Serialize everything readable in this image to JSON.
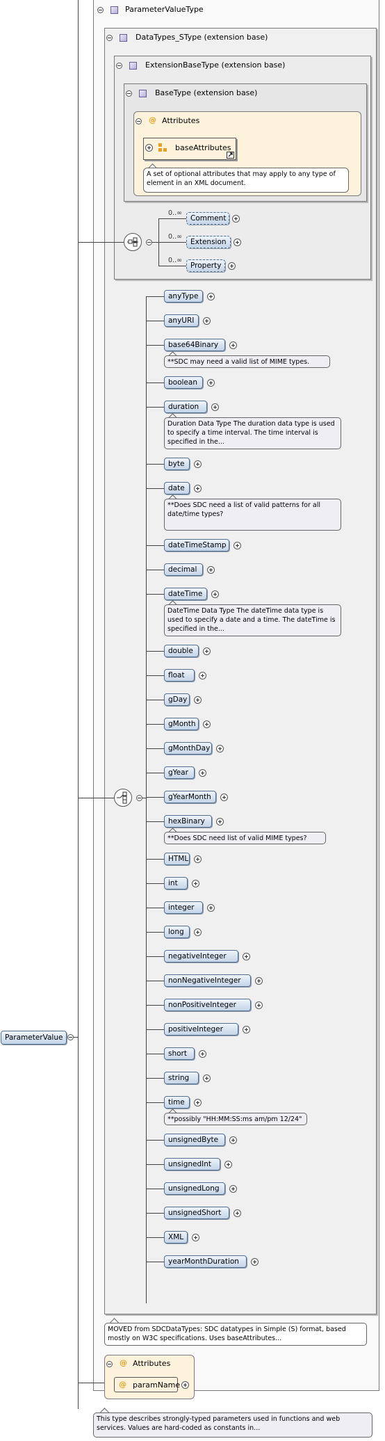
{
  "root": {
    "name": "ParameterValue",
    "type_name": "ParameterValueType",
    "type_doc": "This type describes strongly-typed parameters used in functions and web services. Values are hard-coded as constants in..."
  },
  "datatypes": {
    "title": "DataTypes_SType (extension base)",
    "doc": "MOVED from SDCDataTypes: SDC datatypes in Simple (S) format, based mostly on W3C specifications. Uses baseAttributes..."
  },
  "extension_base": {
    "title": "ExtensionBaseType (extension base)"
  },
  "base_type": {
    "title": "BaseType (extension base)",
    "attributes_label": "Attributes",
    "group_name": "baseAttributes",
    "group_doc": "A set of optional attributes that may apply to any type of element in an XML document."
  },
  "sequence_items": [
    {
      "label": "Comment",
      "mult": "0..∞"
    },
    {
      "label": "Extension",
      "mult": "0..∞"
    },
    {
      "label": "Property",
      "mult": "0..∞"
    }
  ],
  "choice_items": [
    {
      "label": "anyType"
    },
    {
      "label": "anyURI"
    },
    {
      "label": "base64Binary",
      "note": "**SDC may need a valid list of MIME types."
    },
    {
      "label": "boolean"
    },
    {
      "label": "duration",
      "note": "Duration Data Type The duration data type is used to specify a time interval. The time interval is specified in the..."
    },
    {
      "label": "byte"
    },
    {
      "label": "date",
      "note": "**Does SDC need a list of valid patterns for all date/time types?"
    },
    {
      "label": "dateTimeStamp"
    },
    {
      "label": "decimal"
    },
    {
      "label": "dateTime",
      "note": "DateTime Data Type The dateTime data type is used to specify a date and a time. The dateTime is specified in the..."
    },
    {
      "label": "double"
    },
    {
      "label": "float"
    },
    {
      "label": "gDay"
    },
    {
      "label": "gMonth"
    },
    {
      "label": "gMonthDay"
    },
    {
      "label": "gYear"
    },
    {
      "label": "gYearMonth"
    },
    {
      "label": "hexBinary",
      "note": "**Does SDC need list of valid MIME types?"
    },
    {
      "label": "HTML"
    },
    {
      "label": "int"
    },
    {
      "label": "integer"
    },
    {
      "label": "long"
    },
    {
      "label": "negativeInteger"
    },
    {
      "label": "nonNegativeInteger"
    },
    {
      "label": "nonPositiveInteger"
    },
    {
      "label": "positiveInteger"
    },
    {
      "label": "short"
    },
    {
      "label": "string"
    },
    {
      "label": "time",
      "note": "**possibly \"HH:MM:SS:ms am/pm 12/24\""
    },
    {
      "label": "unsignedByte"
    },
    {
      "label": "unsignedInt"
    },
    {
      "label": "unsignedLong"
    },
    {
      "label": "unsignedShort"
    },
    {
      "label": "XML"
    },
    {
      "label": "yearMonthDuration"
    }
  ],
  "attributes": {
    "label": "Attributes",
    "items": [
      {
        "name": "paramName"
      }
    ]
  },
  "colors": {
    "element_fill": "#c4d4e8",
    "attributes_fill": "#fdf3dc",
    "frame_fill": "#f0f0f0",
    "attr_icon": "#e8a020"
  }
}
